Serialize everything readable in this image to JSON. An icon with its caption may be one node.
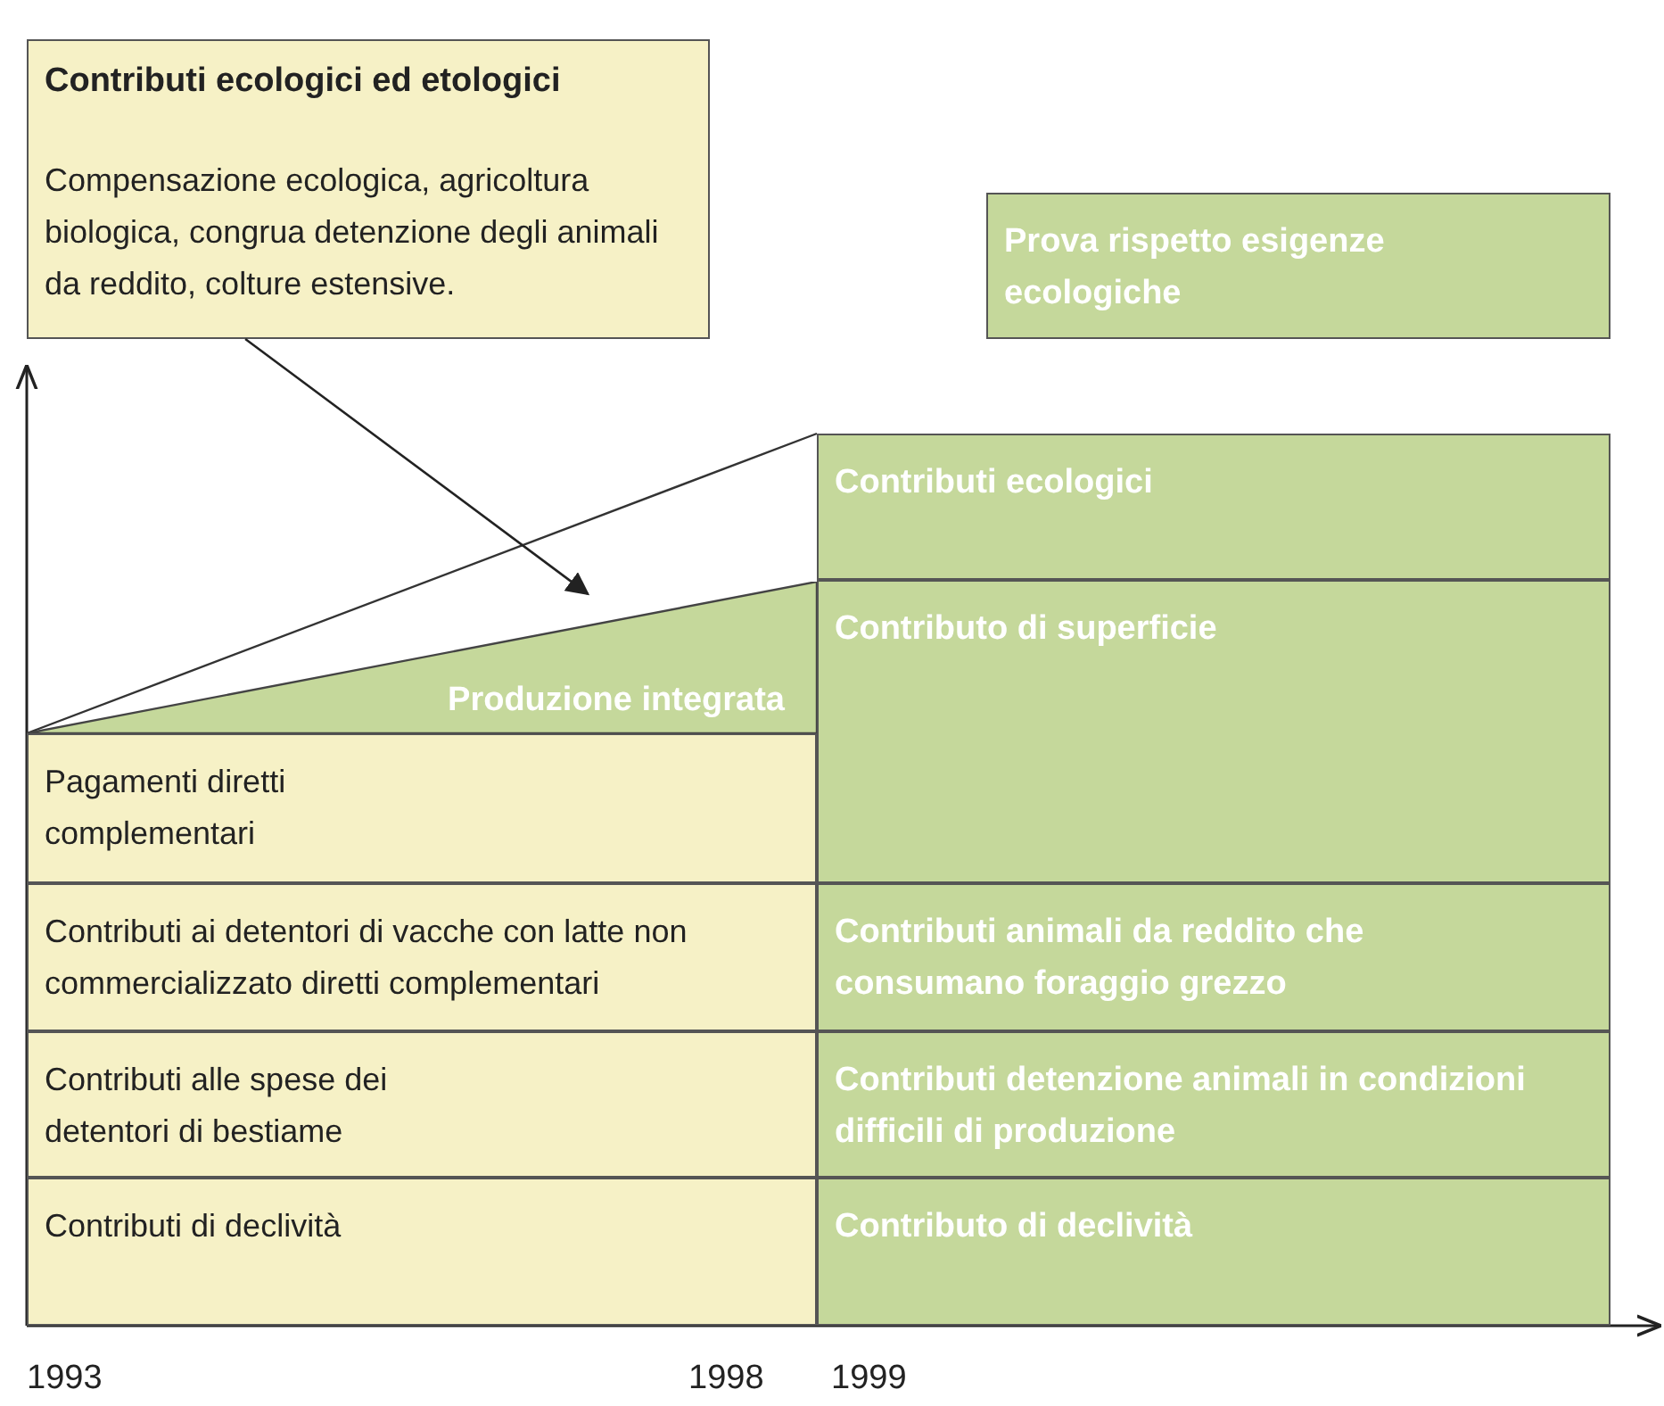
{
  "diagram": {
    "nodes": [
      {
        "text": [
          "Contributi ecologici ed etologici",
          "Compensazione ecologica, agricoltura biologica, congrua detenzione degli animali da reddito, colture estensive."
        ]
      },
      {
        "text": [
          "Prova rispetto esigenze ecologiche"
        ]
      },
      {
        "text": [
          "Produzione integrata"
        ]
      },
      {
        "text": [
          "Contributi ecologici"
        ]
      },
      {
        "text": [
          "Contributo di superficie"
        ]
      },
      {
        "text": [
          "Pagamenti diretti complementari"
        ]
      },
      {
        "text": [
          "Contributi ai detentori di vacche con latte non commercializzato diretti complementari"
        ]
      },
      {
        "text": [
          "Contributi animali da reddito che consumano foraggio grezzo"
        ]
      },
      {
        "text": [
          "Contributi alle spese dei detentori di bestiame"
        ]
      },
      {
        "text": [
          "Contributi detenzione animali in condizioni difficili di produzione"
        ]
      },
      {
        "text": [
          "Contributi di declività"
        ]
      },
      {
        "text": [
          "Contributo di declività"
        ]
      }
    ],
    "edges": [
      {
        "from": 0,
        "to": 2,
        "arrow": "to"
      }
    ],
    "labels": [
      "1993",
      "1998",
      "1999"
    ]
  }
}
